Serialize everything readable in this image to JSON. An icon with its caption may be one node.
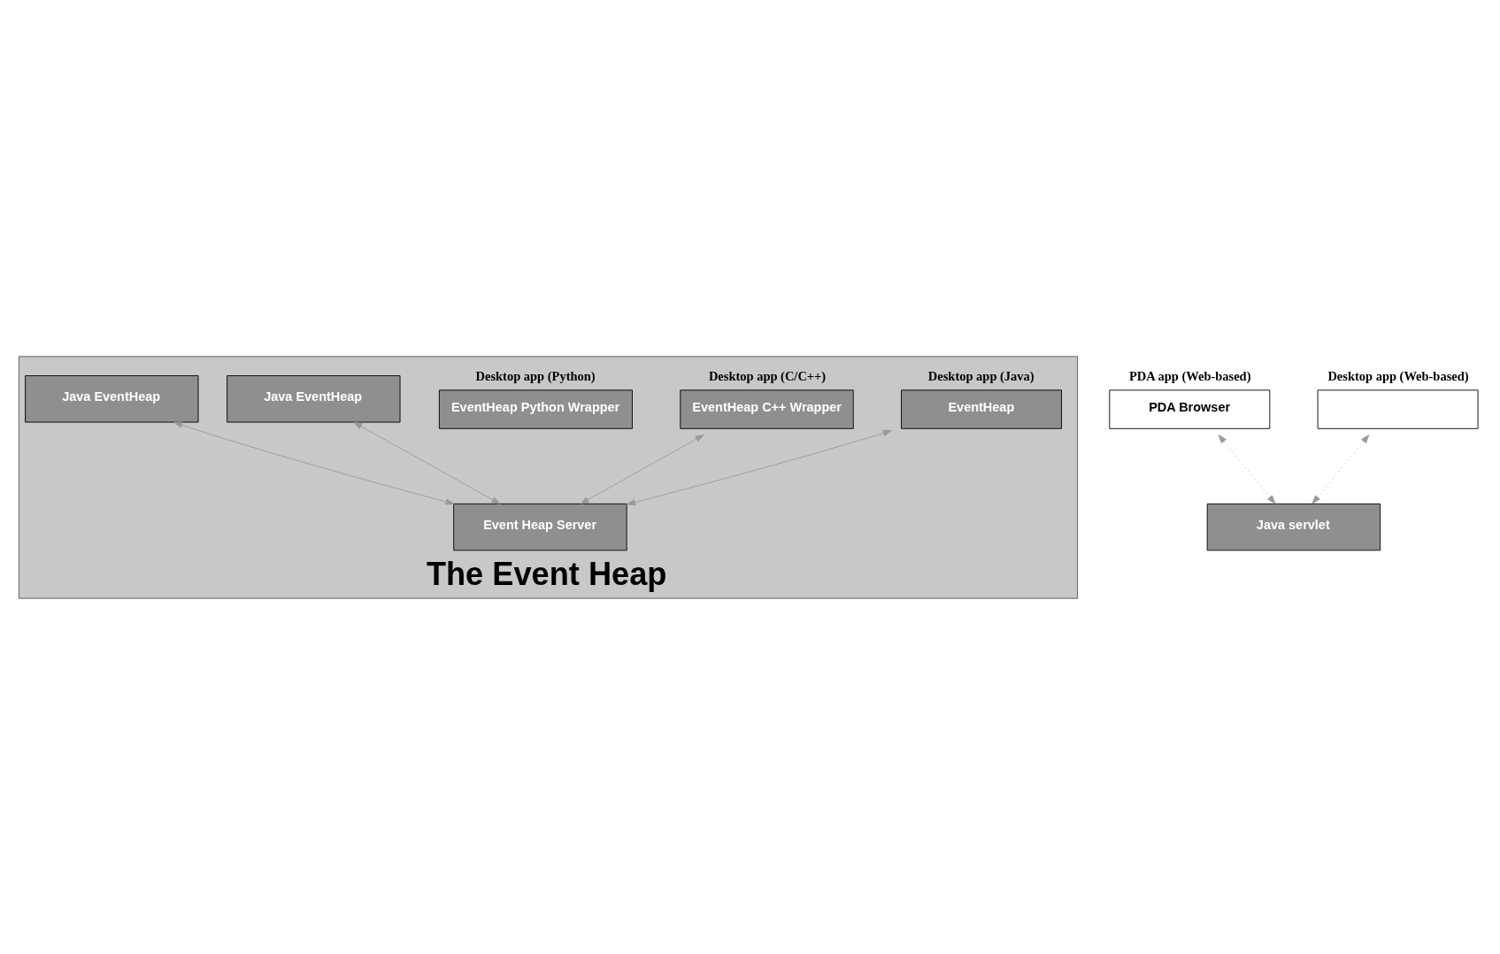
{
  "diagram": {
    "nodes": [
      {
        "text": [
          "The Event Heap"
        ]
      },
      {
        "text": [
          "PDA Browser"
        ],
        "beside": [
          "PDA app (Web-based)"
        ]
      },
      {
        "text": [],
        "shape": "box",
        "beside": [
          "Desktop app (Web-based)"
        ]
      },
      {
        "text": [
          "EventHeap"
        ],
        "in": 0,
        "beside": [
          "Desktop app (Java)"
        ]
      },
      {
        "text": [
          "EventHeap C++ Wrapper"
        ],
        "in": 0,
        "beside": [
          "Desktop app (C/C++)"
        ]
      },
      {
        "text": [
          "EventHeap Python Wrapper"
        ],
        "in": 0,
        "beside": [
          "Desktop app (Python)"
        ]
      },
      {
        "text": [
          "Java EventHeap"
        ],
        "in": 0
      },
      {
        "text": [
          "Java servlet"
        ]
      },
      {
        "text": [
          "Java EventHeap"
        ],
        "in": 0
      },
      {
        "text": [
          "Event Heap Server"
        ],
        "in": 0
      }
    ],
    "edges": [
      {
        "from": 1,
        "to": 7,
        "arrow": "both",
        "style": "dashed"
      },
      {
        "from": 2,
        "to": 7,
        "arrow": "both",
        "style": "dashed"
      },
      {
        "from": 8,
        "to": 9,
        "arrow": "both"
      },
      {
        "from": 3,
        "to": 9,
        "arrow": "both"
      },
      {
        "from": 4,
        "to": 9,
        "arrow": "both"
      },
      {
        "from": 6,
        "to": 9,
        "arrow": "both"
      }
    ]
  }
}
